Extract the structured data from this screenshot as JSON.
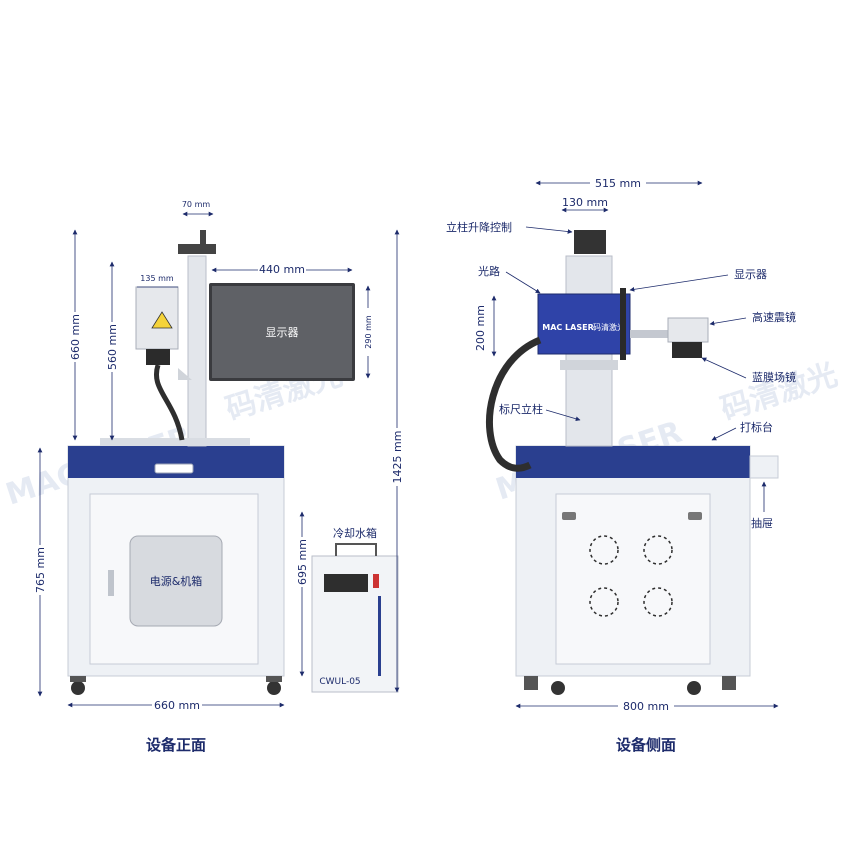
{
  "colors": {
    "navy": "#2a3f8f",
    "dim_line": "#1d2b6b",
    "frame_grey": "#e9ecf1",
    "screen_dark": "#5f6166",
    "head_blue": "#2f43a8"
  },
  "front_view": {
    "caption": "设备正面",
    "dims": {
      "top_width": "70 mm",
      "head_width": "135 mm",
      "display_width": "440 mm",
      "display_height": "290 mm",
      "column_height": "660 mm",
      "head_height": "560 mm",
      "cabinet_height": "765 mm",
      "total_height": "1425 mm",
      "chiller_height": "695 mm",
      "base_width": "660 mm"
    },
    "labels": {
      "display": "显示器",
      "power_box": "电源&机箱",
      "chiller_title": "冷却水箱",
      "chiller_model": "CWUL-05"
    }
  },
  "side_view": {
    "caption": "设备侧面",
    "dims": {
      "top_width": "515 mm",
      "lift_width": "130 mm",
      "head_height": "200 mm",
      "base_width": "800 mm"
    },
    "labels": {
      "lift_control": "立柱升降控制",
      "optical_path": "光路",
      "display": "显示器",
      "galvo": "高速震镜",
      "field_lens": "蓝膜场镜",
      "column": "标尺立柱",
      "table": "打标台",
      "drawer": "抽屉",
      "brand": "MAC LASER",
      "brand_cn": "码清激光"
    }
  },
  "watermark": {
    "text_en": "MAC LASER",
    "text_cn": "码清激光"
  }
}
